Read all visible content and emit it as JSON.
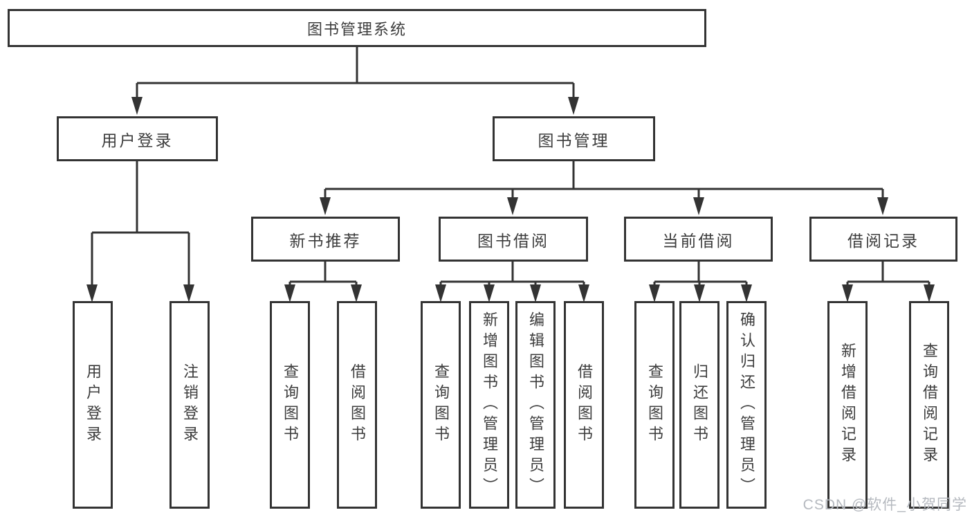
{
  "tree": {
    "root": {
      "label": "图书管理系统"
    },
    "branches": [
      {
        "label": "用户登录",
        "leaves": [
          {
            "label": "用户登录"
          },
          {
            "label": "注销登录"
          }
        ]
      },
      {
        "label": "图书管理",
        "groups": [
          {
            "label": "新书推荐",
            "leaves": [
              {
                "label": "查询图书"
              },
              {
                "label": "借阅图书"
              }
            ]
          },
          {
            "label": "图书借阅",
            "leaves": [
              {
                "label": "查询图书"
              },
              {
                "label": "新增图书（管理员）"
              },
              {
                "label": "编辑图书（管理员）"
              },
              {
                "label": "借阅图书"
              }
            ]
          },
          {
            "label": "当前借阅",
            "leaves": [
              {
                "label": "查询图书"
              },
              {
                "label": "归还图书"
              },
              {
                "label": "确认归还（管理员）"
              }
            ]
          },
          {
            "label": "借阅记录",
            "leaves": [
              {
                "label": "新增借阅记录"
              },
              {
                "label": "查询借阅记录"
              }
            ]
          }
        ]
      }
    ]
  },
  "watermark": "CSDN @软件_小贺同学",
  "colors": {
    "line": "#333333",
    "box_border": "#333333",
    "text": "#3c3c3c",
    "background": "#ffffff",
    "watermark": "#b5b9bf"
  }
}
